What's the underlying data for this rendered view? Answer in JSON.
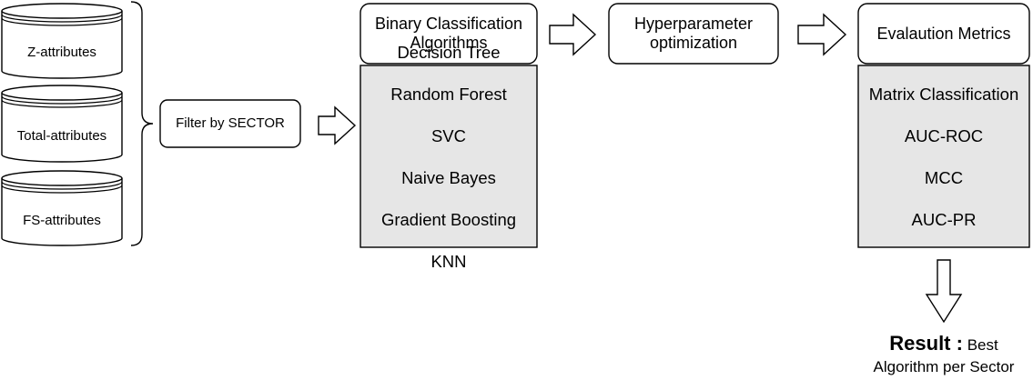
{
  "sources": [
    {
      "label": "Z-attributes"
    },
    {
      "label": "Total-attributes"
    },
    {
      "label": "FS-attributes"
    }
  ],
  "filter": {
    "label": "Filter by SECTOR"
  },
  "algorithms": {
    "header": "Binary Classification\nAlgorithms",
    "items": [
      "Decision Tree",
      "Random Forest",
      "SVC",
      "Naive Bayes",
      "Gradient Boosting",
      "KNN"
    ]
  },
  "hyperparameter": {
    "label": "Hyperparameter\noptimization"
  },
  "evaluation": {
    "header": "Evalaution Metrics",
    "items": [
      "Matrix Classification",
      "AUC-ROC",
      "MCC",
      "AUC-PR"
    ]
  },
  "result": {
    "title": "Result :",
    "text_inline": "Best",
    "text_line2": "Algorithm per Sector"
  },
  "colors": {
    "stroke": "#000000",
    "box_fill": "#ffffff",
    "list_fill": "#e6e6e6"
  }
}
